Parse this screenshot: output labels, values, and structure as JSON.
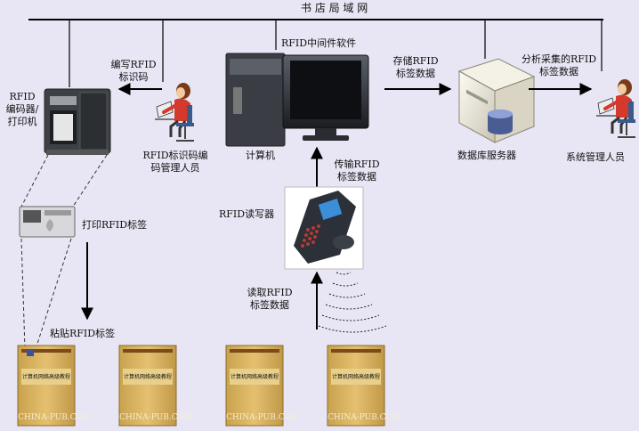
{
  "network": {
    "title": "书 店 局 域 网"
  },
  "labels": {
    "encoder_line1": "RFID",
    "encoder_line2": "编码器/",
    "encoder_line3": "打印机",
    "write_line1": "编写RFID",
    "write_line2": "标识码",
    "operator_line1": "RFID标识码编",
    "operator_line2": "码管理人员",
    "middleware": "RFID中间件软件",
    "computer": "计算机",
    "store_line1": "存储RFID",
    "store_line2": "标签数据",
    "db_server": "数据库服务器",
    "analyze_line1": "分析采集的RFID",
    "analyze_line2": "标签数据",
    "admin": "系统管理人员",
    "print_tag": "打印RFID标签",
    "transmit_line1": "传输RFID",
    "transmit_line2": "标签数据",
    "reader": "RFID读写器",
    "read_line1": "读取RFID",
    "read_line2": "标签数据",
    "paste_tag": "粘贴RFID标签"
  },
  "book": {
    "title": "计算机网络高级教程",
    "publisher_mark": "CHINA-PUB.COM"
  },
  "colors": {
    "background": "#e8e6f4",
    "line": "#000000",
    "book_cover": "#d9b25a",
    "person_shirt": "#d4392b",
    "person_hair": "#7a3a18"
  }
}
